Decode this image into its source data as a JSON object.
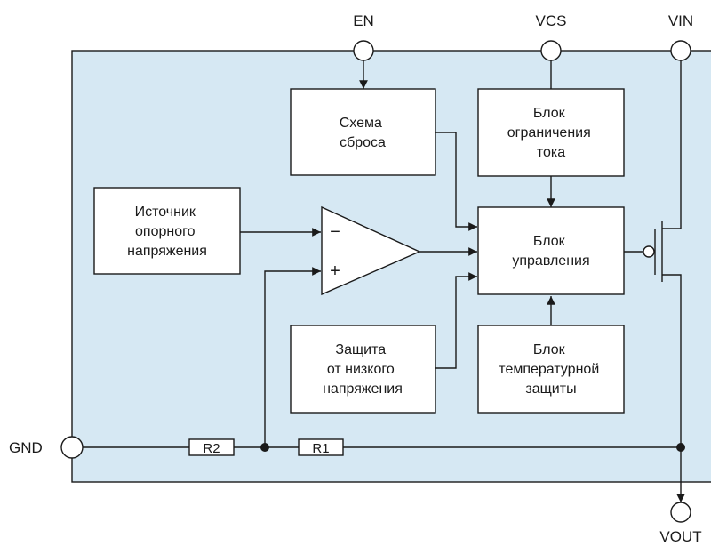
{
  "pins": {
    "en": "EN",
    "vcs": "VCS",
    "vin": "VIN",
    "gnd": "GND",
    "vout": "VOUT"
  },
  "blocks": {
    "reset": [
      "Схема",
      "сброса"
    ],
    "current_limit": [
      "Блок",
      "ограничения",
      "тока"
    ],
    "reference": [
      "Источник",
      "опорного",
      "напряжения"
    ],
    "control": [
      "Блок",
      "управления"
    ],
    "undervoltage": [
      "Защита",
      "от низкого",
      "напряжения"
    ],
    "thermal": [
      "Блок",
      "температурной",
      "защиты"
    ]
  },
  "comparator": {
    "minus": "−",
    "plus": "+"
  },
  "resistors": {
    "r1": "R1",
    "r2": "R2"
  },
  "colors": {
    "chip_fill": "#d6e8f3",
    "line": "#1a1a1a"
  }
}
